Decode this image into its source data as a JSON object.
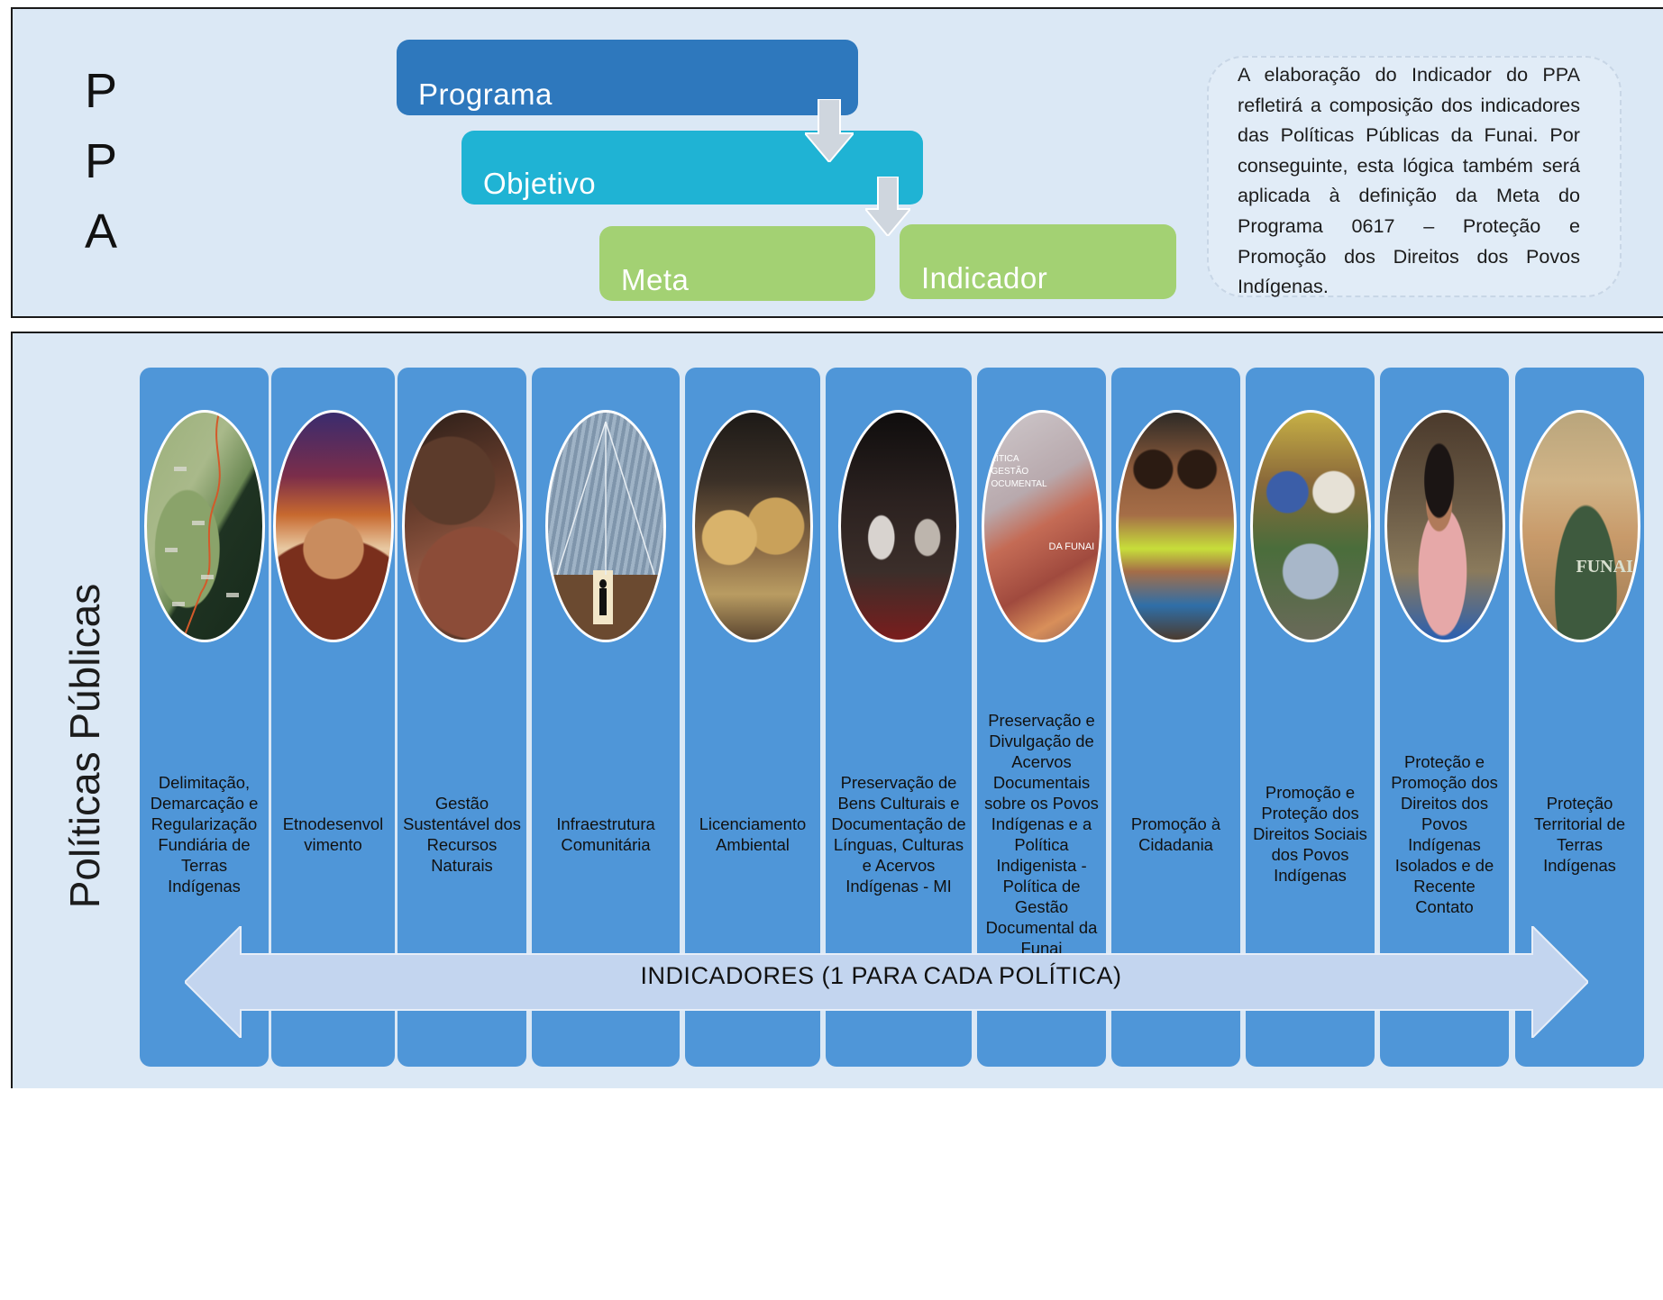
{
  "ppa": {
    "letters": [
      "P",
      "P",
      "A"
    ],
    "steps": {
      "programa": "Programa",
      "objetivo": "Objetivo",
      "meta": "Meta",
      "indicador": "Indicador"
    },
    "note": "A elaboração do Indicador do PPA refletirá a composição dos indicadores das Políticas Públicas da Funai. Por conseguinte, esta lógica também será aplicada à definição da Meta do Programa 0617 – Proteção e Promoção dos Direitos dos Povos Indígenas."
  },
  "policies": {
    "side_label": "Políticas Públicas",
    "columns": [
      {
        "label": "Delimitação, Demarcação e Regularização Fundiária de Terras Indígenas",
        "photo": "map-photo"
      },
      {
        "label": "Etnodesenvol vimento",
        "photo": "feather-headdress-photo"
      },
      {
        "label": "Gestão Sustentável dos Recursos Naturais",
        "photo": "seed-sorting-photo"
      },
      {
        "label": "Infraestrutura Comunitária",
        "photo": "thatched-house-photo"
      },
      {
        "label": "Licenciamento Ambiental",
        "photo": "ceremony-photo"
      },
      {
        "label": "Preservação de Bens Culturais e Documentação de Línguas, Culturas e Acervos Indígenas - MI",
        "photo": "museum-photo"
      },
      {
        "label": "Preservação e Divulgação de Acervos Documentais sobre os Povos Indígenas e a Política Indigenista - Política de Gestão Documental da Funai",
        "photo": "document-cover-photo"
      },
      {
        "label": "Promoção à Cidadania",
        "photo": "children-photo"
      },
      {
        "label": "Promoção e Proteção dos Direitos Sociais dos Povos Indígenas",
        "photo": "group-photo"
      },
      {
        "label": "Proteção e Promoção dos Direitos dos Povos Indígenas Isolados e de Recente Contato",
        "photo": "woman-photo"
      },
      {
        "label": "Proteção Territorial de Terras Indígenas",
        "photo": "funai-agent-photo"
      }
    ],
    "indicator_band": "INDICADORES (1 PARA CADA POLÍTICA)",
    "document_cover": {
      "line1": "LÍTICA",
      "line2": "GESTÃO",
      "line3": "OCUMENTAL",
      "brand": "DA FUNAI"
    },
    "agent_shirt": "FUNAI"
  },
  "colors": {
    "panel_bg": "#dbe8f5",
    "programa": "#2e78bd",
    "objetivo": "#1fb3d4",
    "meta_indicador": "#a3d173",
    "column": "#4f96d8",
    "band": "#c3d5ef"
  }
}
